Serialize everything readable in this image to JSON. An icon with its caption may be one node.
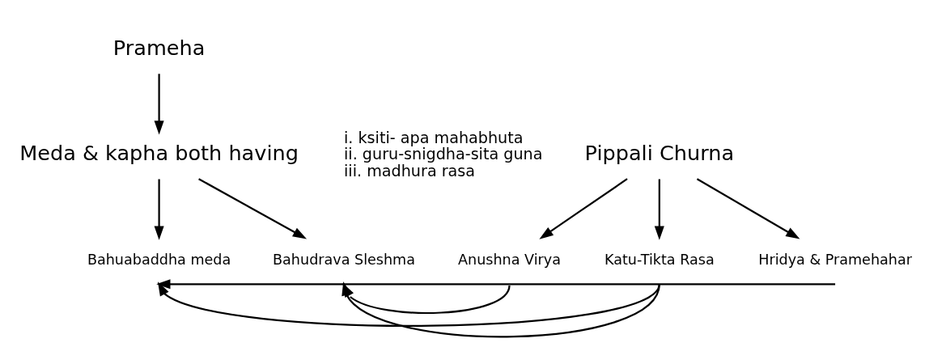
{
  "diagram": {
    "nodes": [
      {
        "text": [
          "Prameha"
        ]
      },
      {
        "text": [
          "Meda & kapha both having"
        ],
        "beside": [
          "i. ksiti- apa mahabhuta",
          "ii. guru-snigdha-sita guna",
          "iii. madhura rasa"
        ]
      },
      {
        "text": [
          "Pippali Churna"
        ]
      },
      {
        "text": [
          "Bahuabaddha meda"
        ]
      },
      {
        "text": [
          "Bahudrava Sleshma"
        ]
      },
      {
        "text": [
          "Anushna Virya"
        ]
      },
      {
        "text": [
          "Katu-Tikta Rasa"
        ]
      },
      {
        "text": [
          "Hridya & Pramehahar"
        ]
      }
    ],
    "edges": [
      {
        "from": 0,
        "to": 1,
        "arrow": "to"
      },
      {
        "from": 1,
        "to": 3,
        "arrow": "to"
      },
      {
        "from": 1,
        "to": 4,
        "arrow": "to"
      },
      {
        "from": 2,
        "to": 5,
        "arrow": "to"
      },
      {
        "from": 2,
        "to": 6,
        "arrow": "to"
      },
      {
        "from": 2,
        "to": 7,
        "arrow": "to"
      },
      {
        "from": 5,
        "to": 4,
        "arrow": "to"
      },
      {
        "from": 6,
        "to": 4,
        "arrow": "to"
      },
      {
        "from": 6,
        "to": 3,
        "arrow": "to"
      },
      {
        "from": 7,
        "to": 3,
        "arrow": "to"
      }
    ]
  }
}
